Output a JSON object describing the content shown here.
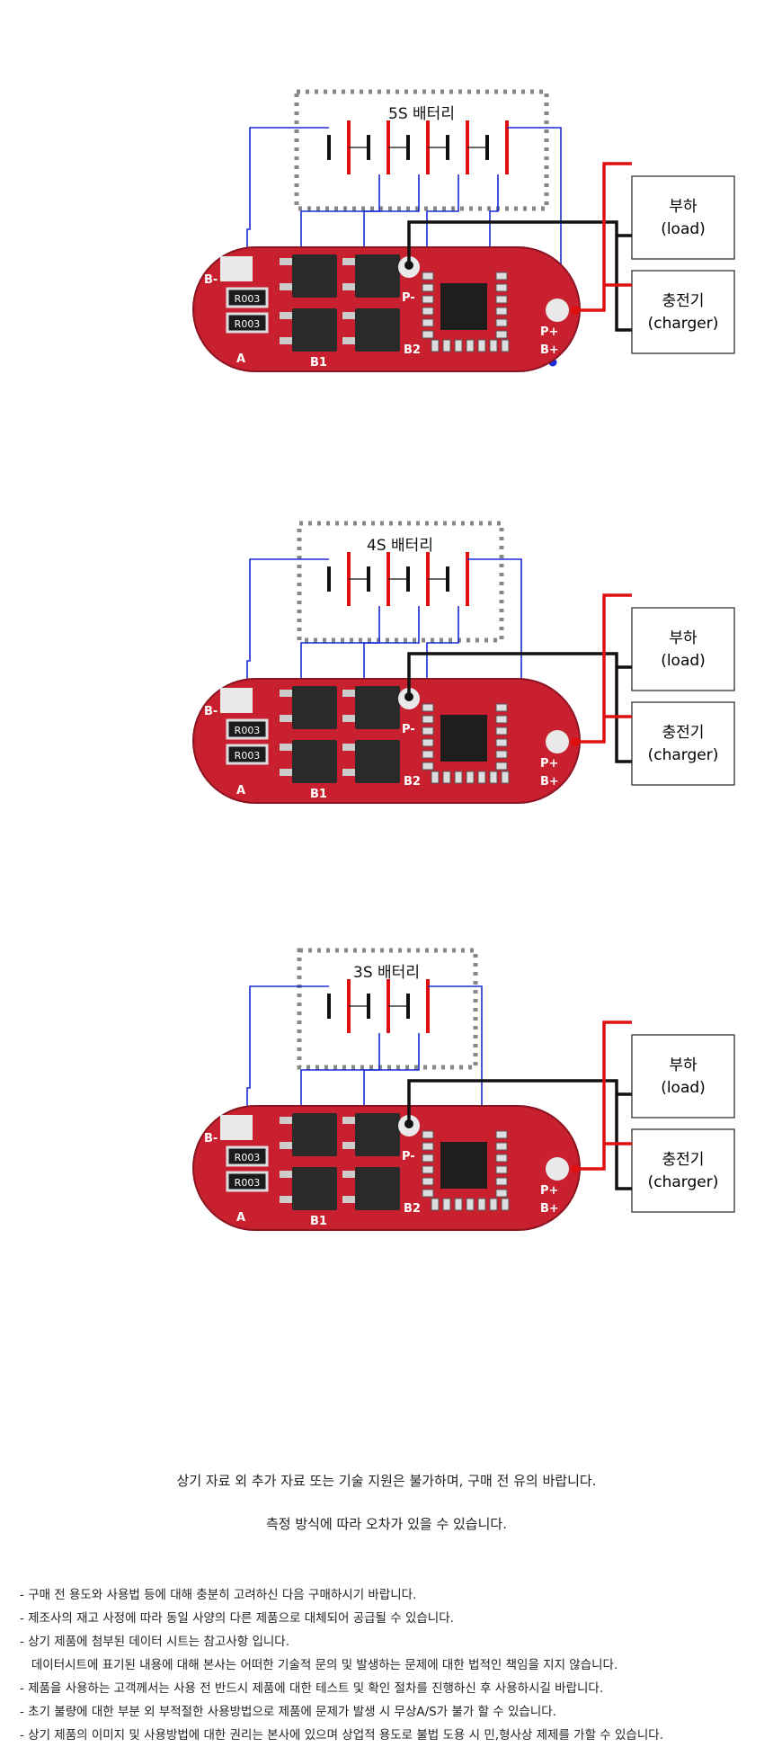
{
  "diagrams": [
    {
      "battery_label": "5S 배터리",
      "cells": 5,
      "load_label": "부하",
      "load_sub": "(load)",
      "charger_label": "충전기",
      "charger_sub": "(charger)",
      "board": {
        "b_minus": "B-",
        "b_plus": "B+",
        "p_minus": "P-",
        "p_plus": "P+",
        "b1": "B1",
        "b2": "B2",
        "a": "A",
        "resistor": "R003"
      }
    },
    {
      "battery_label": "4S 배터리",
      "cells": 4,
      "load_label": "부하",
      "load_sub": "(load)",
      "charger_label": "충전기",
      "charger_sub": "(charger)",
      "board": {
        "b_minus": "B-",
        "b_plus": "B+",
        "p_minus": "P-",
        "p_plus": "P+",
        "b1": "B1",
        "b2": "B2",
        "a": "A",
        "resistor": "R003"
      }
    },
    {
      "battery_label": "3S 배터리",
      "cells": 3,
      "load_label": "부하",
      "load_sub": "(load)",
      "charger_label": "충전기",
      "charger_sub": "(charger)",
      "board": {
        "b_minus": "B-",
        "b_plus": "B+",
        "p_minus": "P-",
        "p_plus": "P+",
        "b1": "B1",
        "b2": "B2",
        "a": "A",
        "resistor": "R003"
      }
    }
  ],
  "notice": {
    "line1": "상기 자료 외 추가 자료 또는 기술 지원은 불가하며, 구매 전 유의 바랍니다.",
    "line2": "측정 방식에 따라 오차가 있을 수 있습니다."
  },
  "notes": [
    "- 구매 전 용도와 사용법 등에 대해 충분히 고려하신 다음 구매하시기 바랍니다.",
    "- 제조사의 재고 사정에 따라 동일 사양의 다른 제품으로 대체되어 공급될 수 있습니다.",
    "- 상기 제품에 첨부된 데이터 시트는 참고사항 입니다.",
    "   데이터시트에 표기된 내용에 대해 본사는 어떠한 기술적 문의 및 발생하는 문제에 대한 법적인 책임을 지지 않습니다.",
    "- 제품을 사용하는 고객께서는 사용 전 반드시 제품에 대한 테스트 및 확인 절차를 진행하신 후 사용하시길 바랍니다.",
    "- 초기 불량에 대한 부분 외 부적절한 사용방법으로 제품에 문제가 발생 시 무상A/S가 불가 할 수 있습니다.",
    "- 상기 제품의 이미지 및 사용방법에 대한 권리는 본사에 있으며 상업적 용도로 불법 도용 시 민,형사상 제제를 가할 수 있습니다."
  ],
  "colors": {
    "board": "#c8202e",
    "wire_blue": "#1a2bd6",
    "wire_red": "#e01010",
    "wire_black": "#111111",
    "box_dash": "#888888"
  }
}
